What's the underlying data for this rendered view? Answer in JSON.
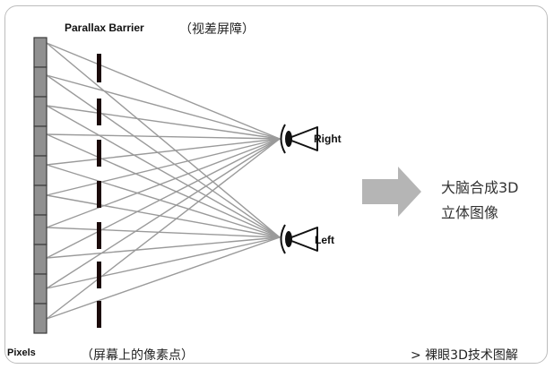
{
  "labels": {
    "barrier_en": "Parallax Barrier",
    "barrier_zh": "（视差屏障）",
    "eye_right": "Right",
    "eye_left": "Left",
    "pixels_en": "Pixels",
    "pixels_zh": "（屏幕上的像素点）",
    "result_line1": "大脑合成3D",
    "result_line2": "立体图像",
    "footer": "> 裸眼3D技术图解"
  },
  "icons": {
    "eye_right": "eye-icon",
    "eye_left": "eye-icon",
    "arrow": "arrow-right-icon"
  },
  "colors": {
    "rays": "#9a9a9a",
    "barrier": "#1a0a0a",
    "pixel_fill": "#909090",
    "arrow": "#b5b5b5"
  }
}
